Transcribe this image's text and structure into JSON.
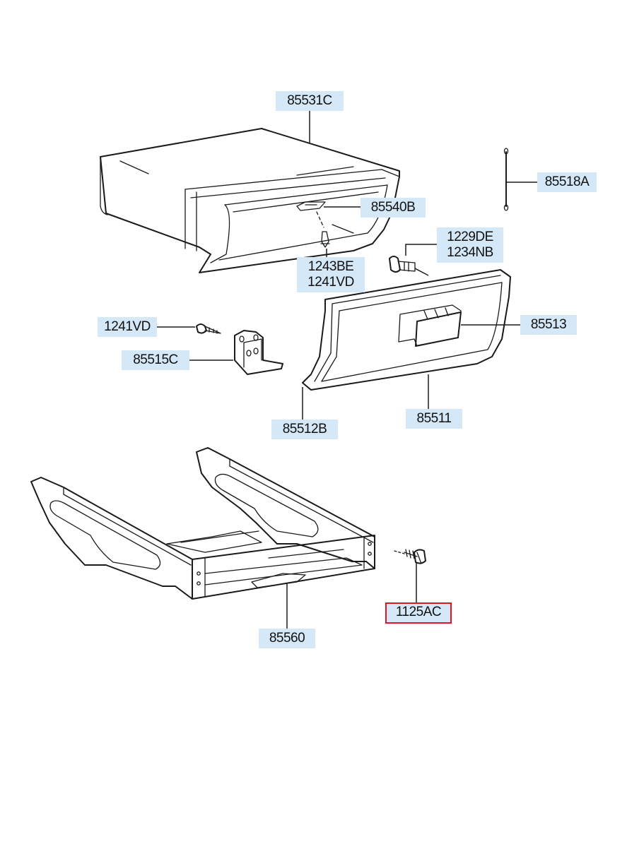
{
  "labels": {
    "compartment_housing": "85531C",
    "latch_striker": "85540B",
    "screw_housing": "1243BE\n1241VD",
    "damper_rod": "85518A",
    "stopper_bolt": "1229DE\n1234NB",
    "screw_hinge": "1241VD",
    "hinge_bracket": "85515C",
    "lock_handle": "85513",
    "glove_box_door": "85511",
    "door_trim": "85512B",
    "support_bracket": "85560",
    "bolt_bracket": "1125AC"
  },
  "highlighted_part": "1125AC",
  "colors": {
    "label_background": "#d5e8f7",
    "highlight_border": "#e0151f",
    "line": "#1a1a1a"
  }
}
